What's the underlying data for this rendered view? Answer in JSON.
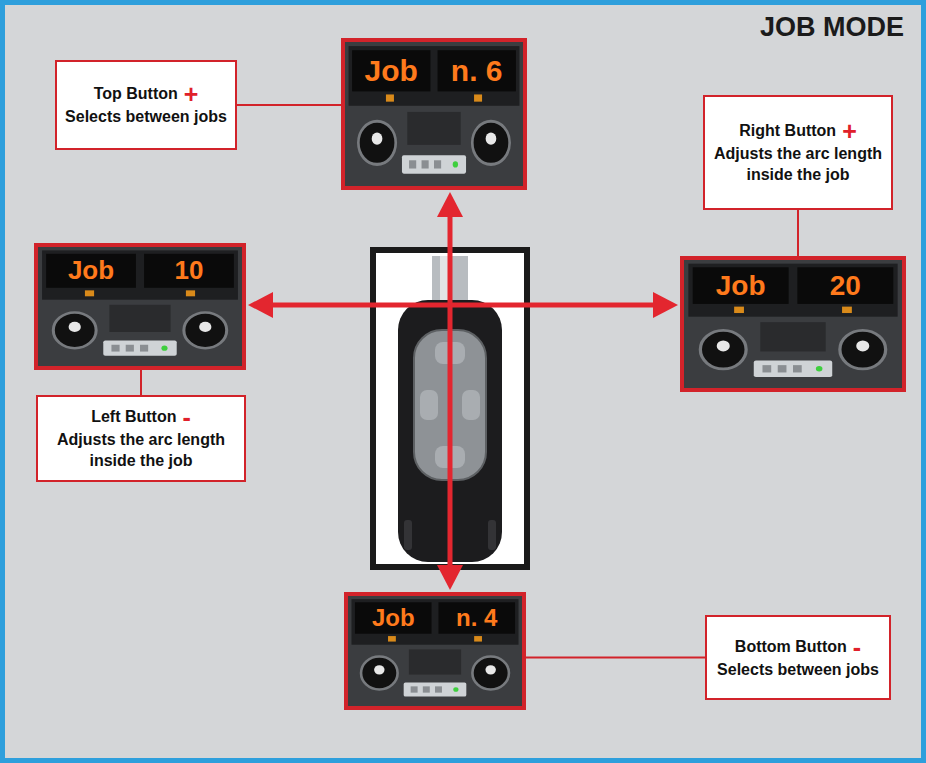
{
  "diagram": {
    "title": "JOB MODE",
    "nodes": [
      {
        "text": [
          "Top Button",
          "+",
          "Selects between jobs"
        ]
      },
      {
        "text": [
          "Job",
          "n. 6"
        ]
      },
      {
        "text": [
          "Right Button",
          "+",
          "Adjusts the arc length inside the job"
        ]
      },
      {
        "text": [
          "Job",
          "10"
        ]
      },
      {
        "text": [
          "Job",
          "20"
        ]
      },
      {
        "text": [
          "Left Button",
          "-",
          "Adjusts the arc length inside the job"
        ]
      },
      {
        "text": [
          "Job",
          "n. 4"
        ]
      },
      {
        "text": [
          "Bottom Button",
          "-",
          "Selects between jobs"
        ]
      }
    ],
    "edges": [
      {
        "from": 0,
        "to": 1,
        "arrow": "none"
      },
      {
        "from": 2,
        "to": 4,
        "arrow": "none"
      },
      {
        "from": 5,
        "to": 3,
        "arrow": "none"
      },
      {
        "from": 7,
        "to": 6,
        "arrow": "none"
      }
    ]
  }
}
